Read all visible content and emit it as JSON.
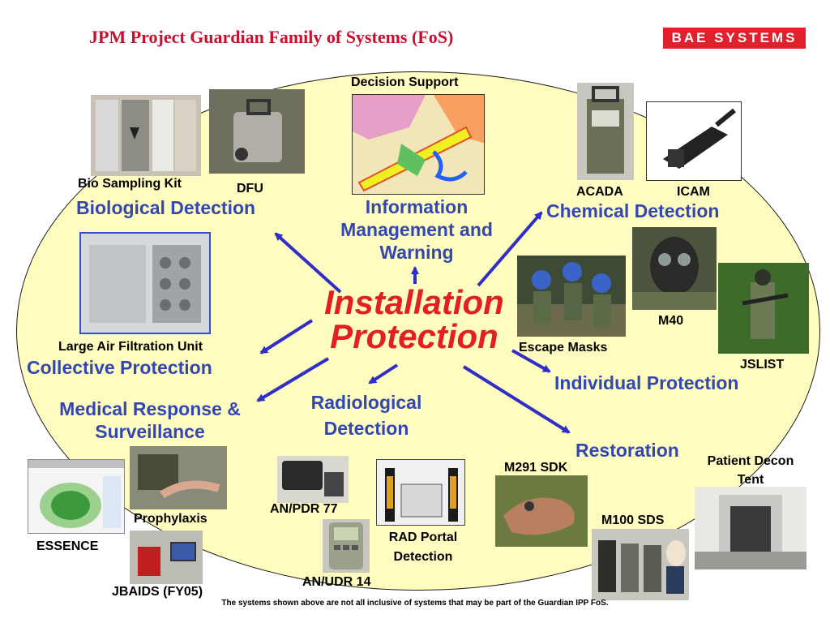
{
  "title": "JPM Project Guardian Family of Systems (FoS)",
  "logo": "BAE SYSTEMS",
  "center": {
    "line1": "Installation",
    "line2": "Protection"
  },
  "categories": {
    "biological": "Biological Detection",
    "info": "Information Management and Warning",
    "chemical": "Chemical Detection",
    "collective": "Collective Protection",
    "individual": "Individual Protection",
    "medical": "Medical Response & Surveillance",
    "radiological": "Radiological Detection",
    "restoration": "Restoration"
  },
  "captions": {
    "bio_kit": "Bio Sampling Kit",
    "dfu": "DFU",
    "decision": "Decision Support",
    "acada": "ACADA",
    "icam": "ICAM",
    "air_filter": "Large Air Filtration Unit",
    "escape": "Escape Masks",
    "m40": "M40",
    "jslist": "JSLIST",
    "prophylaxis": "Prophylaxis",
    "essence": "ESSENCE",
    "jbaids": "JBAIDS (FY05)",
    "pdr77": "AN/PDR 77",
    "udr14": "AN/UDR 14",
    "rad_portal": "RAD Portal Detection",
    "m291": "M291 SDK",
    "m100": "M100 SDS",
    "decon_tent": "Patient Decon Tent"
  },
  "footer": "The systems shown above are not all inclusive of systems that may be part of the Guardian IPP FoS.",
  "colors": {
    "title": "#c8102e",
    "category": "#3347b3",
    "center": "#e31f1f",
    "oval": "#fffcc0",
    "logo_bg": "#e0202d"
  }
}
